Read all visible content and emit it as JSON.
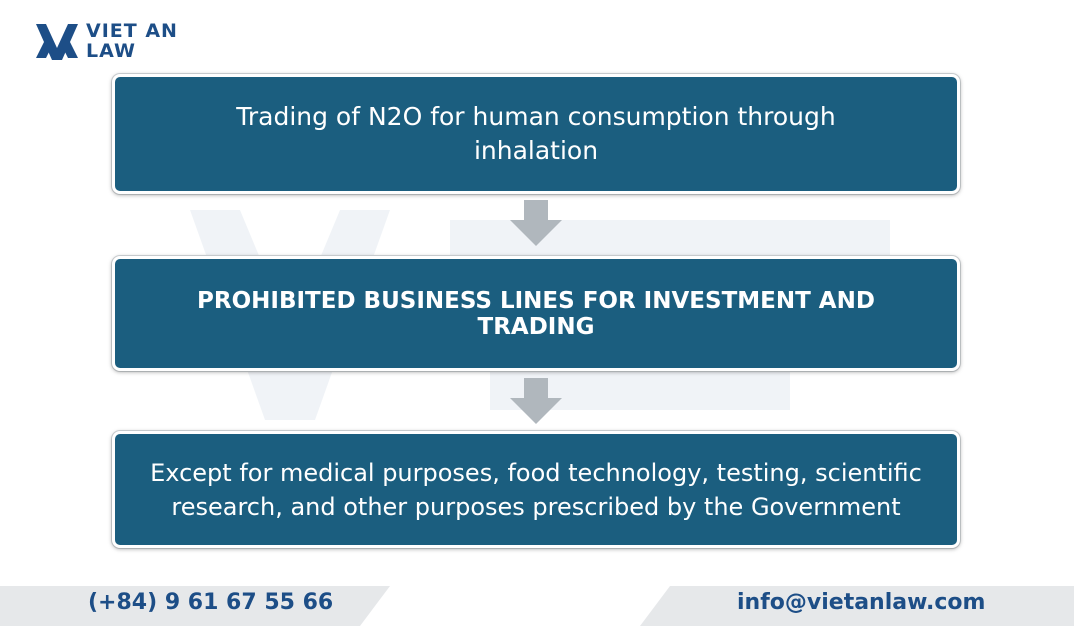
{
  "logo": {
    "line1": "VIET AN",
    "line2": "LAW",
    "color": "#1d4e87"
  },
  "flow": {
    "box_color": "#1b5e7f",
    "arrow_color": "#b0b7bd",
    "step1": "Trading of N2O for human consumption through inhalation",
    "step2": "PROHIBITED BUSINESS LINES FOR INVESTMENT AND TRADING",
    "step3": "Except for medical purposes, food technology, testing, scientific research, and other purposes prescribed by the Government"
  },
  "footer": {
    "phone": "(+84) 9 61 67 55 66",
    "email": "info@vietanlaw.com"
  }
}
